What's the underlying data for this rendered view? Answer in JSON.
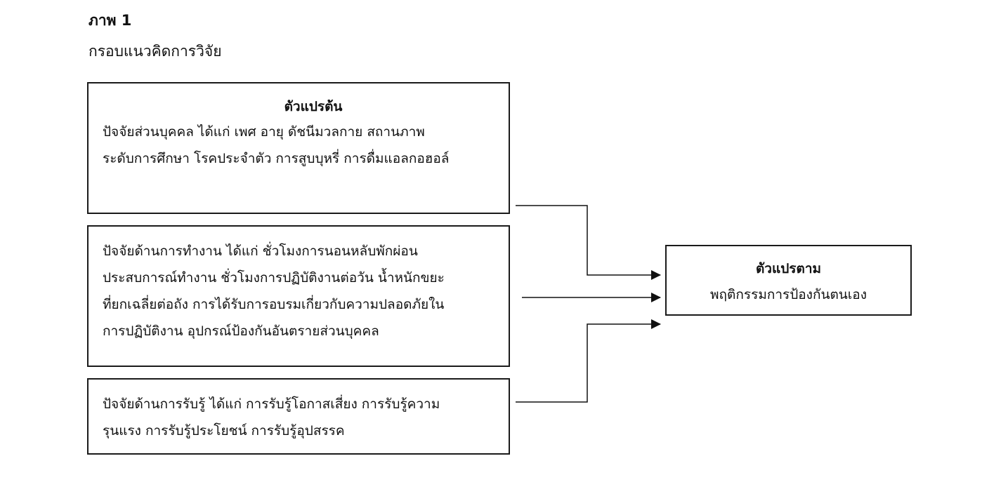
{
  "figure": {
    "label": "ภาพ 1",
    "title": "กรอบแนวคิดการวิจัย"
  },
  "boxes": {
    "independent": {
      "heading": "ตัวแปรต้น",
      "lines": [
        "ปัจจัยส่วนบุคคล ได้แก่ เพศ อายุ ดัชนีมวลกาย สถานภาพ",
        "ระดับการศึกษา โรคประจำตัว การสูบบุหรี่ การดื่มแอลกอฮอล์"
      ]
    },
    "work": {
      "lines": [
        "ปัจจัยด้านการทำงาน ได้แก่ ชั่วโมงการนอนหลับพักผ่อน",
        "ประสบการณ์ทำงาน ชั่วโมงการปฏิบัติงานต่อวัน น้ำหนักขยะ",
        "ที่ยกเฉลี่ยต่อถัง  การได้รับการอบรมเกี่ยวกับความปลอดภัยใน",
        "การปฏิบัติงาน อุปกรณ์ป้องกันอันตรายส่วนบุคคล"
      ]
    },
    "perception": {
      "lines": [
        "ปัจจัยด้านการรับรู้ ได้แก่ การรับรู้โอกาสเสี่ยง การรับรู้ความ",
        "รุนแรง การรับรู้ประโยชน์ การรับรู้อุปสรรค"
      ]
    },
    "dependent": {
      "heading": "ตัวแปรตาม",
      "lines": [
        "พฤติกรรมการป้องกันตนเอง"
      ]
    }
  },
  "colors": {
    "border": "#1a1a1a",
    "text": "#111111",
    "background": "#ffffff"
  }
}
